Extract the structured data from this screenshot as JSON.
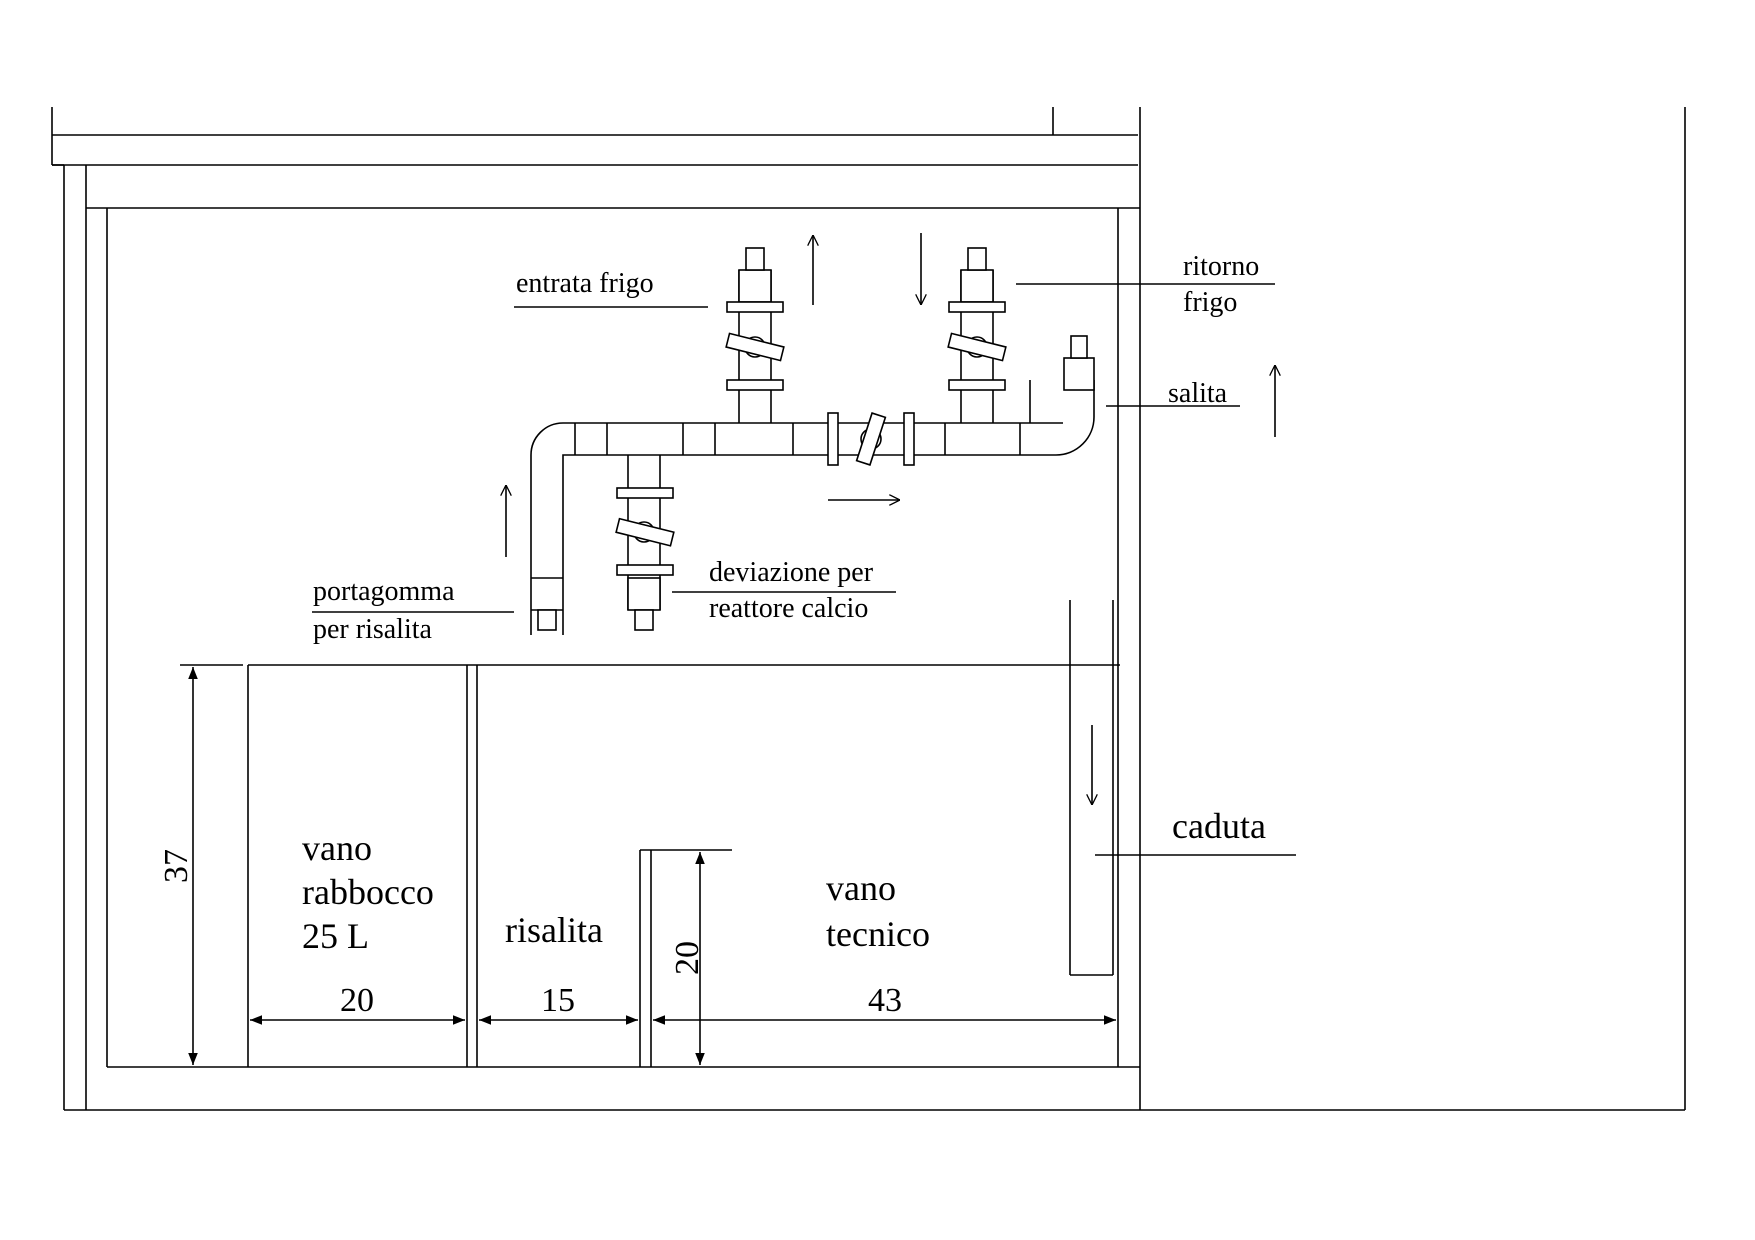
{
  "labels": {
    "entrata_frigo": "entrata frigo",
    "ritorno_line1": "ritorno",
    "ritorno_line2": "frigo",
    "salita": "salita",
    "portagomma_line1": "portagomma",
    "portagomma_line2": "per risalita",
    "deviazione_line1": "deviazione per",
    "deviazione_line2": "reattore calcio",
    "caduta": "caduta",
    "vano_rabbocco_line1": "vano",
    "vano_rabbocco_line2": "rabbocco",
    "vano_rabbocco_line3": "25 L",
    "risalita": "risalita",
    "vano_tecnico_line1": "vano",
    "vano_tecnico_line2": "tecnico"
  },
  "dimensions": {
    "height_total": "37",
    "width_rabbocco": "20",
    "width_risalita": "15",
    "width_tecnico": "43",
    "height_baffle": "20"
  }
}
